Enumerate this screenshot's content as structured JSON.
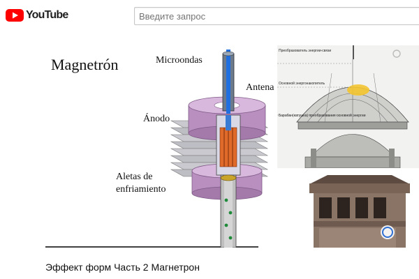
{
  "header": {
    "logo_text": "YouTube",
    "brand_color": "#ff0000",
    "search": {
      "placeholder": "Введите запрос",
      "value": ""
    }
  },
  "video": {
    "title": "Эффект форм Часть 2 Магнетрон",
    "thumbnail": {
      "heading": "Magnetrón",
      "labels": {
        "microwaves": "Microondas",
        "antenna": "Antena",
        "anode": "Ánodo",
        "fins_line1": "Aletas de",
        "fins_line2": "enfriamiento"
      },
      "dome_annotations": {
        "a1": "Преобразователь энергии-связи",
        "a2": "Основной энергонакопитель",
        "a3": "Барабан(катушка) преобразования основной энергии"
      }
    }
  }
}
